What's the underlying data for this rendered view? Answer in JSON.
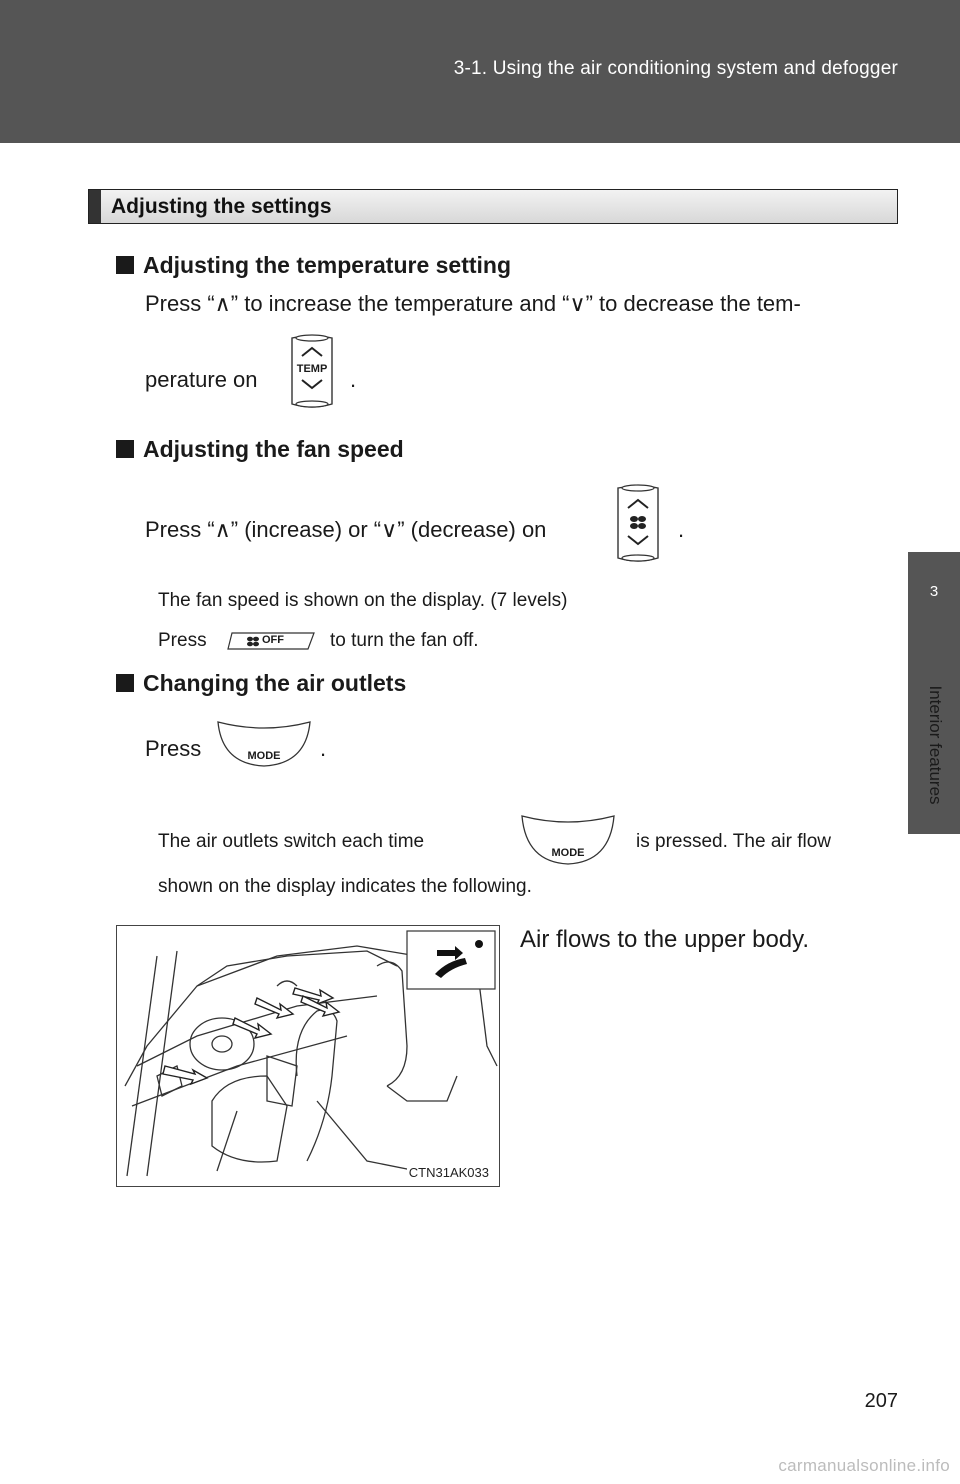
{
  "header": {
    "title": "3-1. Using the air conditioning system and defogger"
  },
  "side_tab": {
    "number": "3",
    "label": "Interior features"
  },
  "section": {
    "title": "Adjusting the settings"
  },
  "temperature": {
    "heading": "Adjusting the temperature setting",
    "line1": "Press “∧” to increase the temperature and “∨” to decrease the tem-",
    "line2_prefix": "perature on",
    "line2_suffix": ".",
    "button_label": "TEMP"
  },
  "fan": {
    "heading": "Adjusting the fan speed",
    "line1": "Press “∧” (increase) or “∨” (decrease) on",
    "line1_suffix": ".",
    "note1": "The fan speed is shown on the display. (7 levels)",
    "note2_prefix": "Press",
    "note2_suffix": "to turn the fan off.",
    "off_label": "OFF"
  },
  "outlets": {
    "heading": "Changing the air outlets",
    "line1_prefix": "Press",
    "line1_suffix": ".",
    "mode_label": "MODE",
    "note_part1": "The air outlets switch each time",
    "note_part2": "is pressed. The air flow",
    "note_line2": "shown on the display indicates the following."
  },
  "figure": {
    "code": "CTN31AK033",
    "caption": "Air flows to the upper body."
  },
  "page_number": "207",
  "watermark": "carmanualsonline.info"
}
